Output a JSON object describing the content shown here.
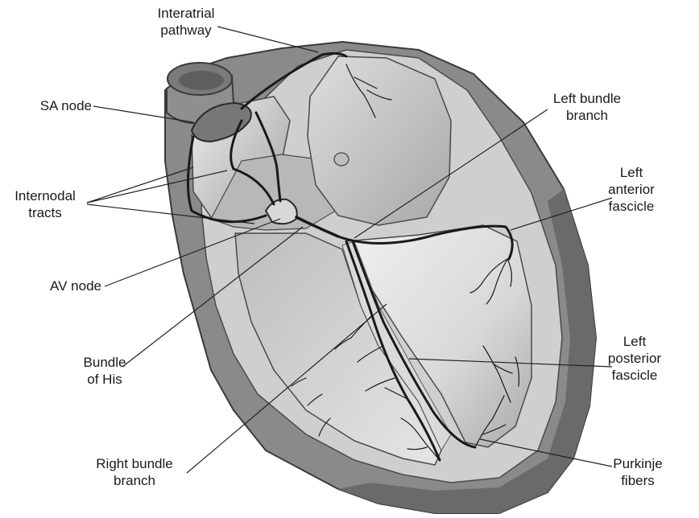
{
  "labels": {
    "interatrial_pathway": [
      "Interatrial",
      "pathway"
    ],
    "sa_node": [
      "SA node"
    ],
    "internodal_tracts": [
      "Internodal",
      "tracts"
    ],
    "av_node": [
      "AV node"
    ],
    "bundle_of_his": [
      "Bundle",
      "of His"
    ],
    "right_bundle_branch": [
      "Right bundle",
      "branch"
    ],
    "left_bundle_branch": [
      "Left bundle",
      "branch"
    ],
    "left_anterior_fascicle": [
      "Left",
      "anterior",
      "fascicle"
    ],
    "left_posterior_fascicle": [
      "Left",
      "posterior",
      "fascicle"
    ],
    "purkinje_fibers": [
      "Purkinje",
      "fibers"
    ]
  },
  "colors": {
    "outer_wall": "#8a8a8a",
    "shadow_wall": "#6a6a6a",
    "inner_wall": "#cfcfcf",
    "chamber": "#bdbdbd",
    "chamber_light": "#e2e2e2",
    "sa_node": "#777777",
    "av_node": "#d8d8d8",
    "pathway": "#1a1a1a",
    "leader": "#222222"
  }
}
